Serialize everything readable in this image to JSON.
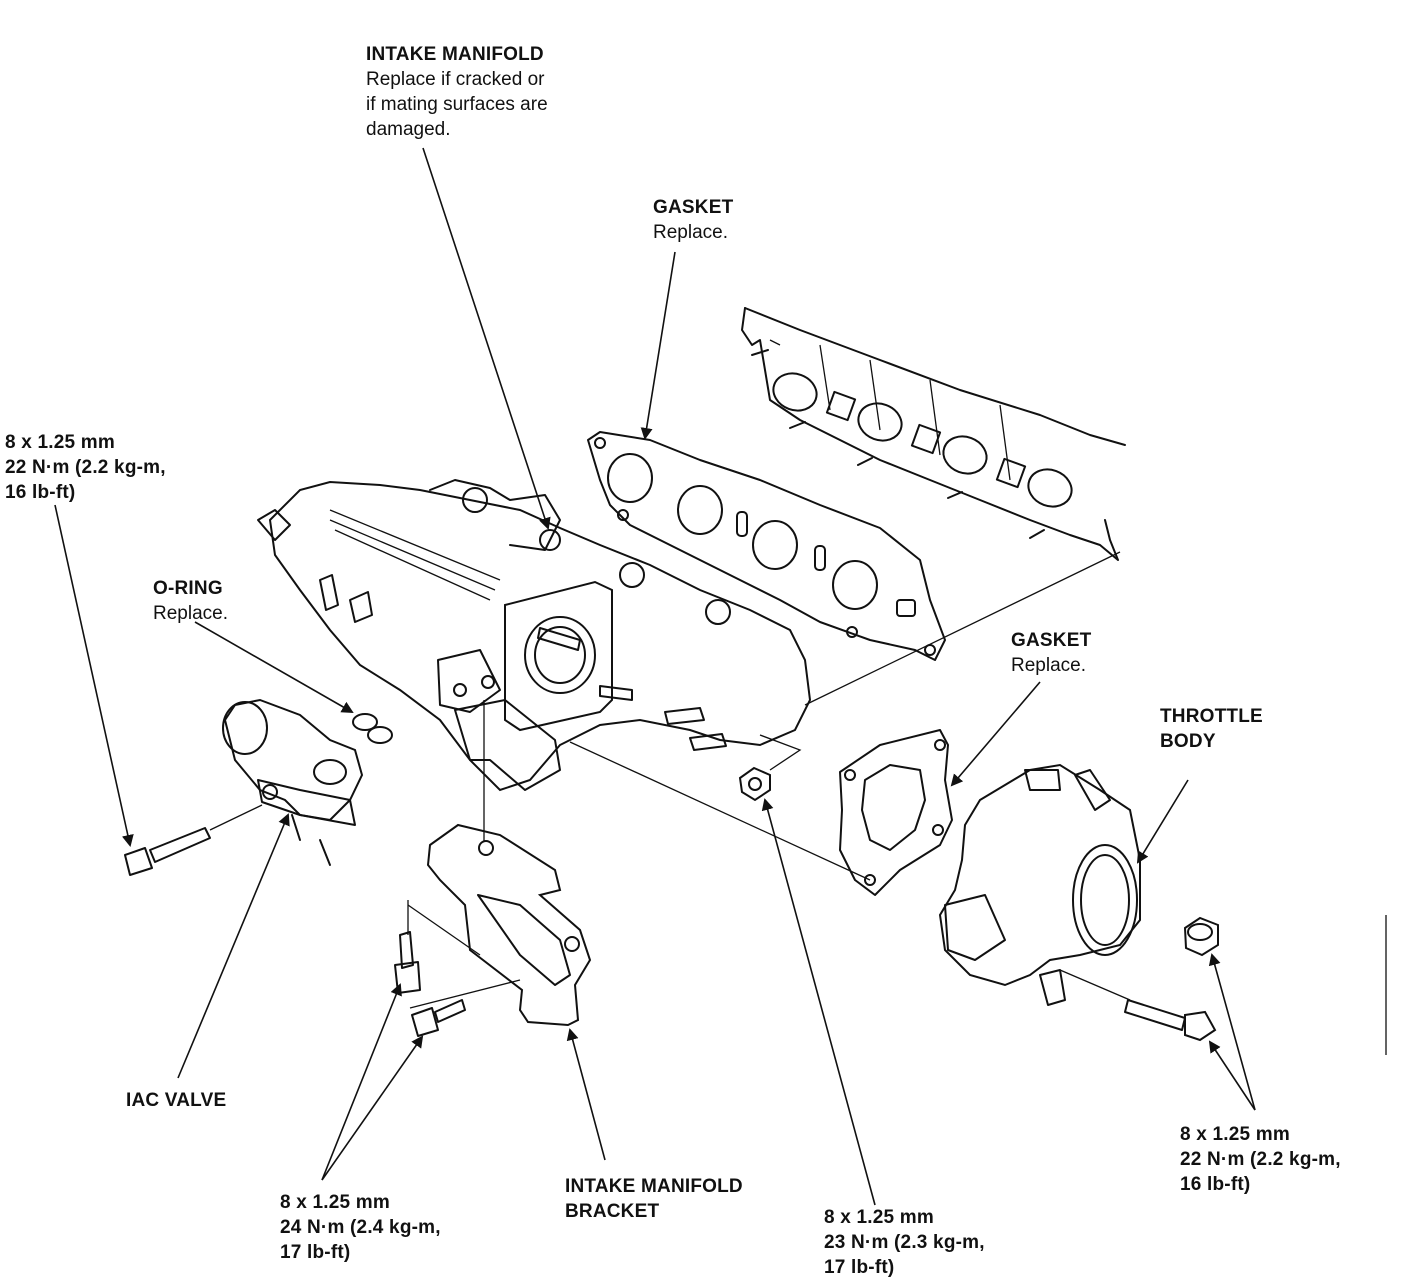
{
  "labels": {
    "intake_manifold": {
      "title": "INTAKE MANIFOLD",
      "note": [
        "Replace if cracked or",
        "if mating surfaces are",
        "damaged."
      ]
    },
    "gasket_upper": {
      "title": "GASKET",
      "note": "Replace."
    },
    "gasket_lower": {
      "title": "GASKET",
      "note": "Replace."
    },
    "o_ring": {
      "title": "O-RING",
      "note": "Replace."
    },
    "throttle_body": {
      "line1": "THROTTLE",
      "line2": "BODY"
    },
    "iac_valve": {
      "title": "IAC VALVE"
    },
    "bracket": {
      "line1": "INTAKE MANIFOLD",
      "line2": "BRACKET"
    },
    "bolt_iac": {
      "line1": "8 x 1.25 mm",
      "line2": "22 N·m (2.2 kg-m,",
      "line3": "16 lb-ft)"
    },
    "bolt_bracket": {
      "line1": "8 x 1.25 mm",
      "line2": "24 N·m (2.4 kg-m,",
      "line3": "17 lb-ft)"
    },
    "bolt_nut_center": {
      "line1": "8 x 1.25 mm",
      "line2": "23 N·m (2.3 kg-m,",
      "line3": "17 lb-ft)"
    },
    "bolt_throttle": {
      "line1": "8 x 1.25 mm",
      "line2": "22 N·m (2.2 kg-m,",
      "line3": "16 lb-ft)"
    }
  }
}
